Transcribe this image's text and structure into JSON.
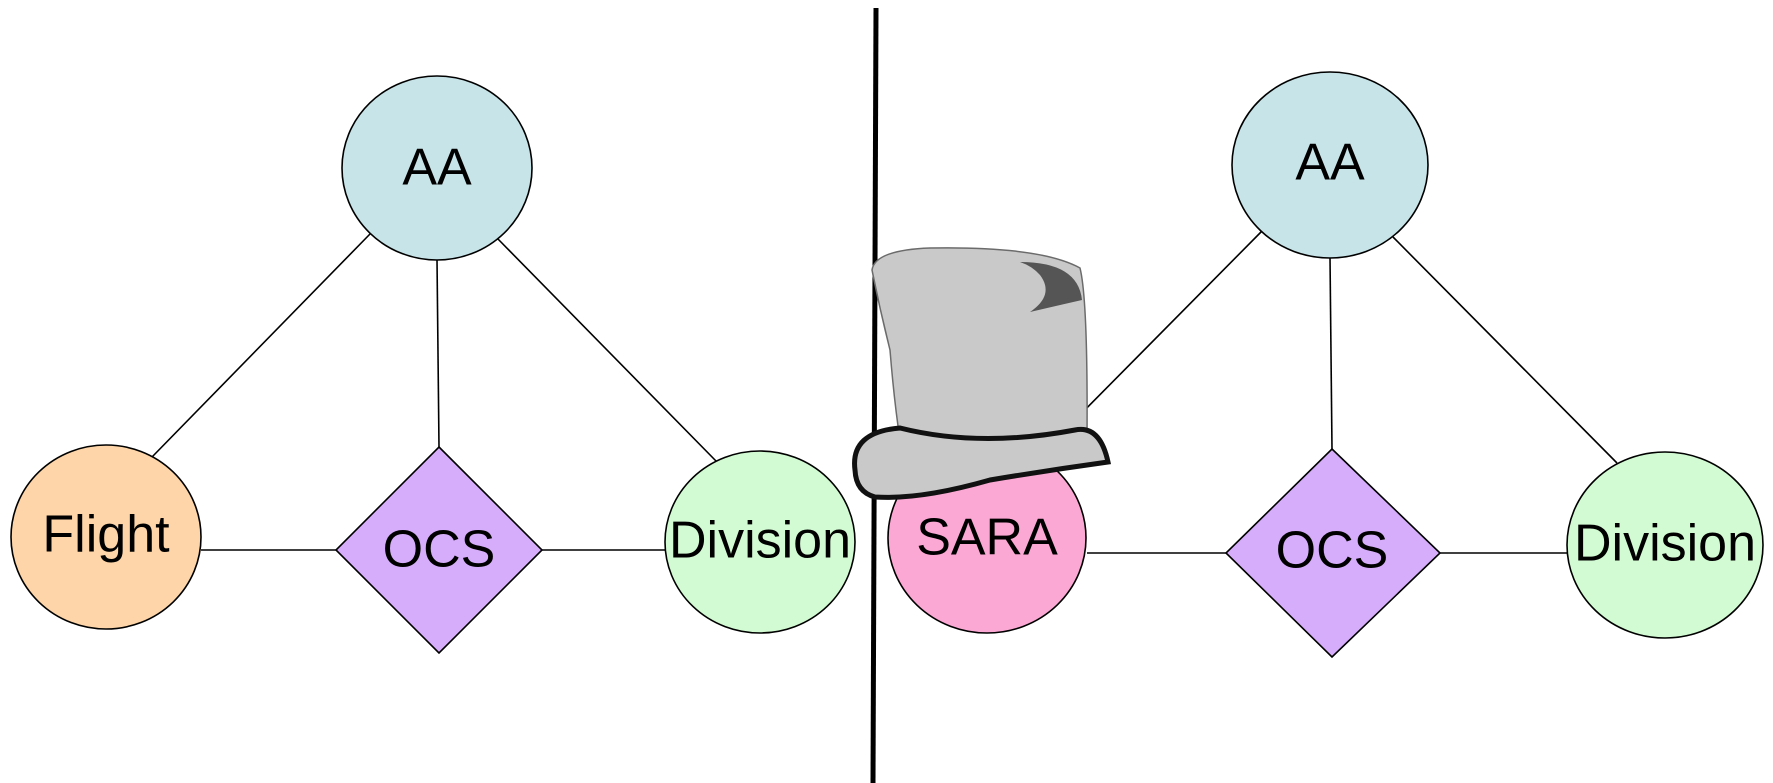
{
  "colors": {
    "aa": "#c7e4e8",
    "flight": "#fdd5a8",
    "ocs": "#d6adfa",
    "division": "#d3fbd3",
    "sara": "#fca8d4",
    "hat_body": "#c9c9c9",
    "hat_band": "#d92a4d",
    "hat_shadow": "#555555"
  },
  "left": {
    "aa": {
      "label": "AA",
      "icon": "ellipse"
    },
    "flight": {
      "label": "Flight",
      "icon": "ellipse"
    },
    "ocs": {
      "label": "OCS",
      "icon": "diamond"
    },
    "division": {
      "label": "Division",
      "icon": "ellipse"
    }
  },
  "right": {
    "aa": {
      "label": "AA",
      "icon": "ellipse"
    },
    "sara": {
      "label": "SARA",
      "icon": "ellipse"
    },
    "ocs": {
      "label": "OCS",
      "icon": "diamond"
    },
    "division": {
      "label": "Division",
      "icon": "ellipse"
    }
  },
  "decoration": {
    "icon": "top-hat-icon"
  }
}
